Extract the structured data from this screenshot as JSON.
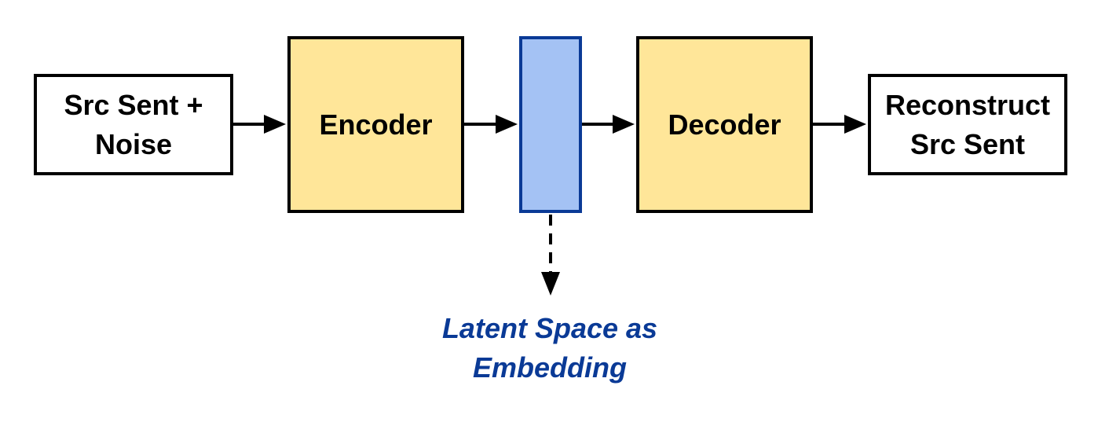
{
  "nodes": {
    "source": {
      "line1": "Src Sent +",
      "line2": "Noise"
    },
    "encoder": {
      "label": "Encoder"
    },
    "decoder": {
      "label": "Decoder"
    },
    "reconstruct": {
      "line1": "Reconstruct",
      "line2": "Src Sent"
    }
  },
  "caption": {
    "line1": "Latent Space as",
    "line2": "Embedding"
  },
  "colors": {
    "block_fill": "#ffe699",
    "latent_fill": "#a4c2f4",
    "latent_stroke": "#0a3a96",
    "caption_text": "#0a3a96",
    "stroke": "#000000"
  }
}
